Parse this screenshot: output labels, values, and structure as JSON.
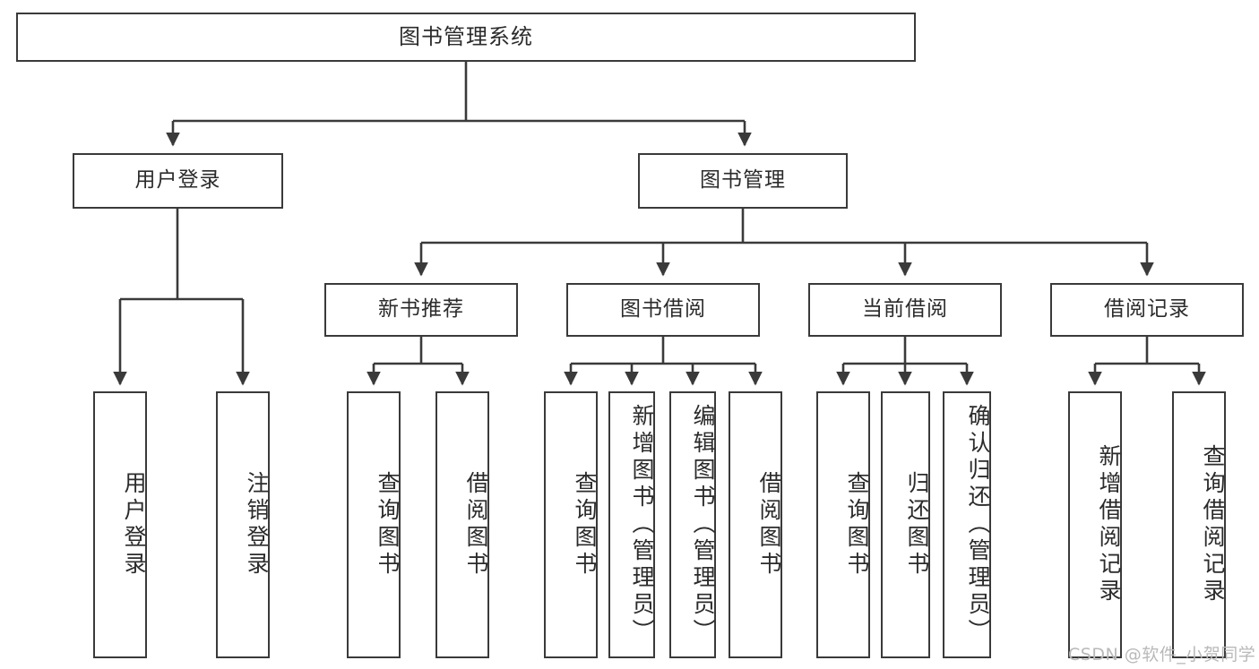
{
  "diagram": {
    "title": "图书管理系统",
    "type": "tree",
    "watermark": "CSDN @软件_小贺同学",
    "colors": {
      "border": "#3a3a3a",
      "fill": "#ffffff",
      "text": "#2b2b2b",
      "connector": "#3a3a3a",
      "watermark": "#b9b9b9"
    },
    "root": {
      "label": "图书管理系统"
    },
    "level1": [
      {
        "label": "用户登录"
      },
      {
        "label": "图书管理"
      }
    ],
    "level2": [
      {
        "label": "新书推荐"
      },
      {
        "label": "图书借阅"
      },
      {
        "label": "当前借阅"
      },
      {
        "label": "借阅记录"
      }
    ],
    "leaves": {
      "user_login": [
        {
          "label": "用户登录"
        },
        {
          "label": "注销登录"
        }
      ],
      "new_book_recommend": [
        {
          "label": "查询图书"
        },
        {
          "label": "借阅图书"
        }
      ],
      "book_borrow": [
        {
          "label": "查询图书"
        },
        {
          "label": "新增图书（管理员）"
        },
        {
          "label": "编辑图书（管理员）"
        },
        {
          "label": "借阅图书"
        }
      ],
      "current_borrow": [
        {
          "label": "查询图书"
        },
        {
          "label": "归还图书"
        },
        {
          "label": "确认归还（管理员）"
        }
      ],
      "borrow_records": [
        {
          "label": "新增借阅记录"
        },
        {
          "label": "查询借阅记录"
        }
      ]
    }
  }
}
